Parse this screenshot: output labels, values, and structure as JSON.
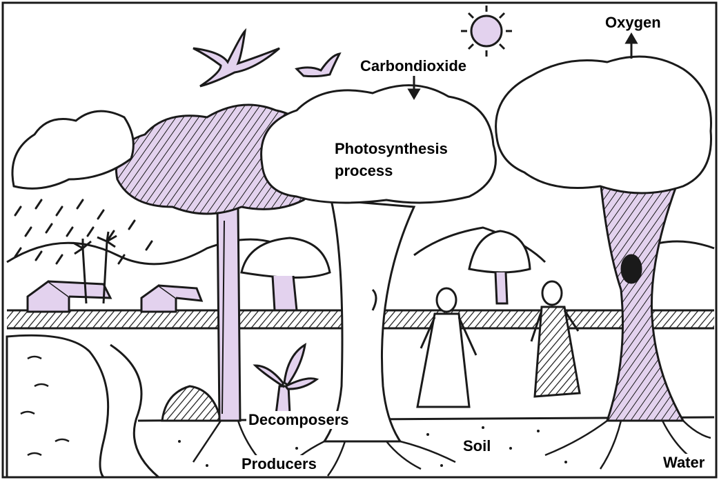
{
  "labels": {
    "oxygen": "Oxygen",
    "carbondioxide": "Carbondioxide",
    "photosynthesis_line1": "Photosynthesis",
    "photosynthesis_line2": "process",
    "decomposers": "Decomposers",
    "soil": "Soil",
    "producers": "Producers",
    "water": "Water"
  },
  "colors": {
    "ink": "#1a1a1a",
    "lilac": "#e3d2ee",
    "background": "#ffffff"
  }
}
